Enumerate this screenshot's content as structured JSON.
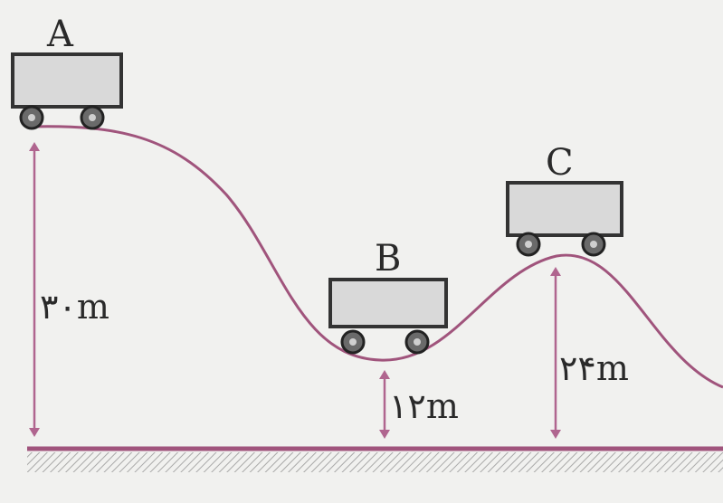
{
  "colors": {
    "background": "#f1f1ef",
    "track": "#a0547c",
    "ground": "#a0547c",
    "ground_hatch": "#8a8a8a",
    "cart_body": "#d9d9d9",
    "cart_outline": "#333333",
    "arrow": "#b0658f"
  },
  "carts": {
    "a": {
      "label": "A"
    },
    "b": {
      "label": "B"
    },
    "c": {
      "label": "C"
    }
  },
  "heights": {
    "a": "۳۰m",
    "b": "۱۲m",
    "c": "۲۴m"
  }
}
